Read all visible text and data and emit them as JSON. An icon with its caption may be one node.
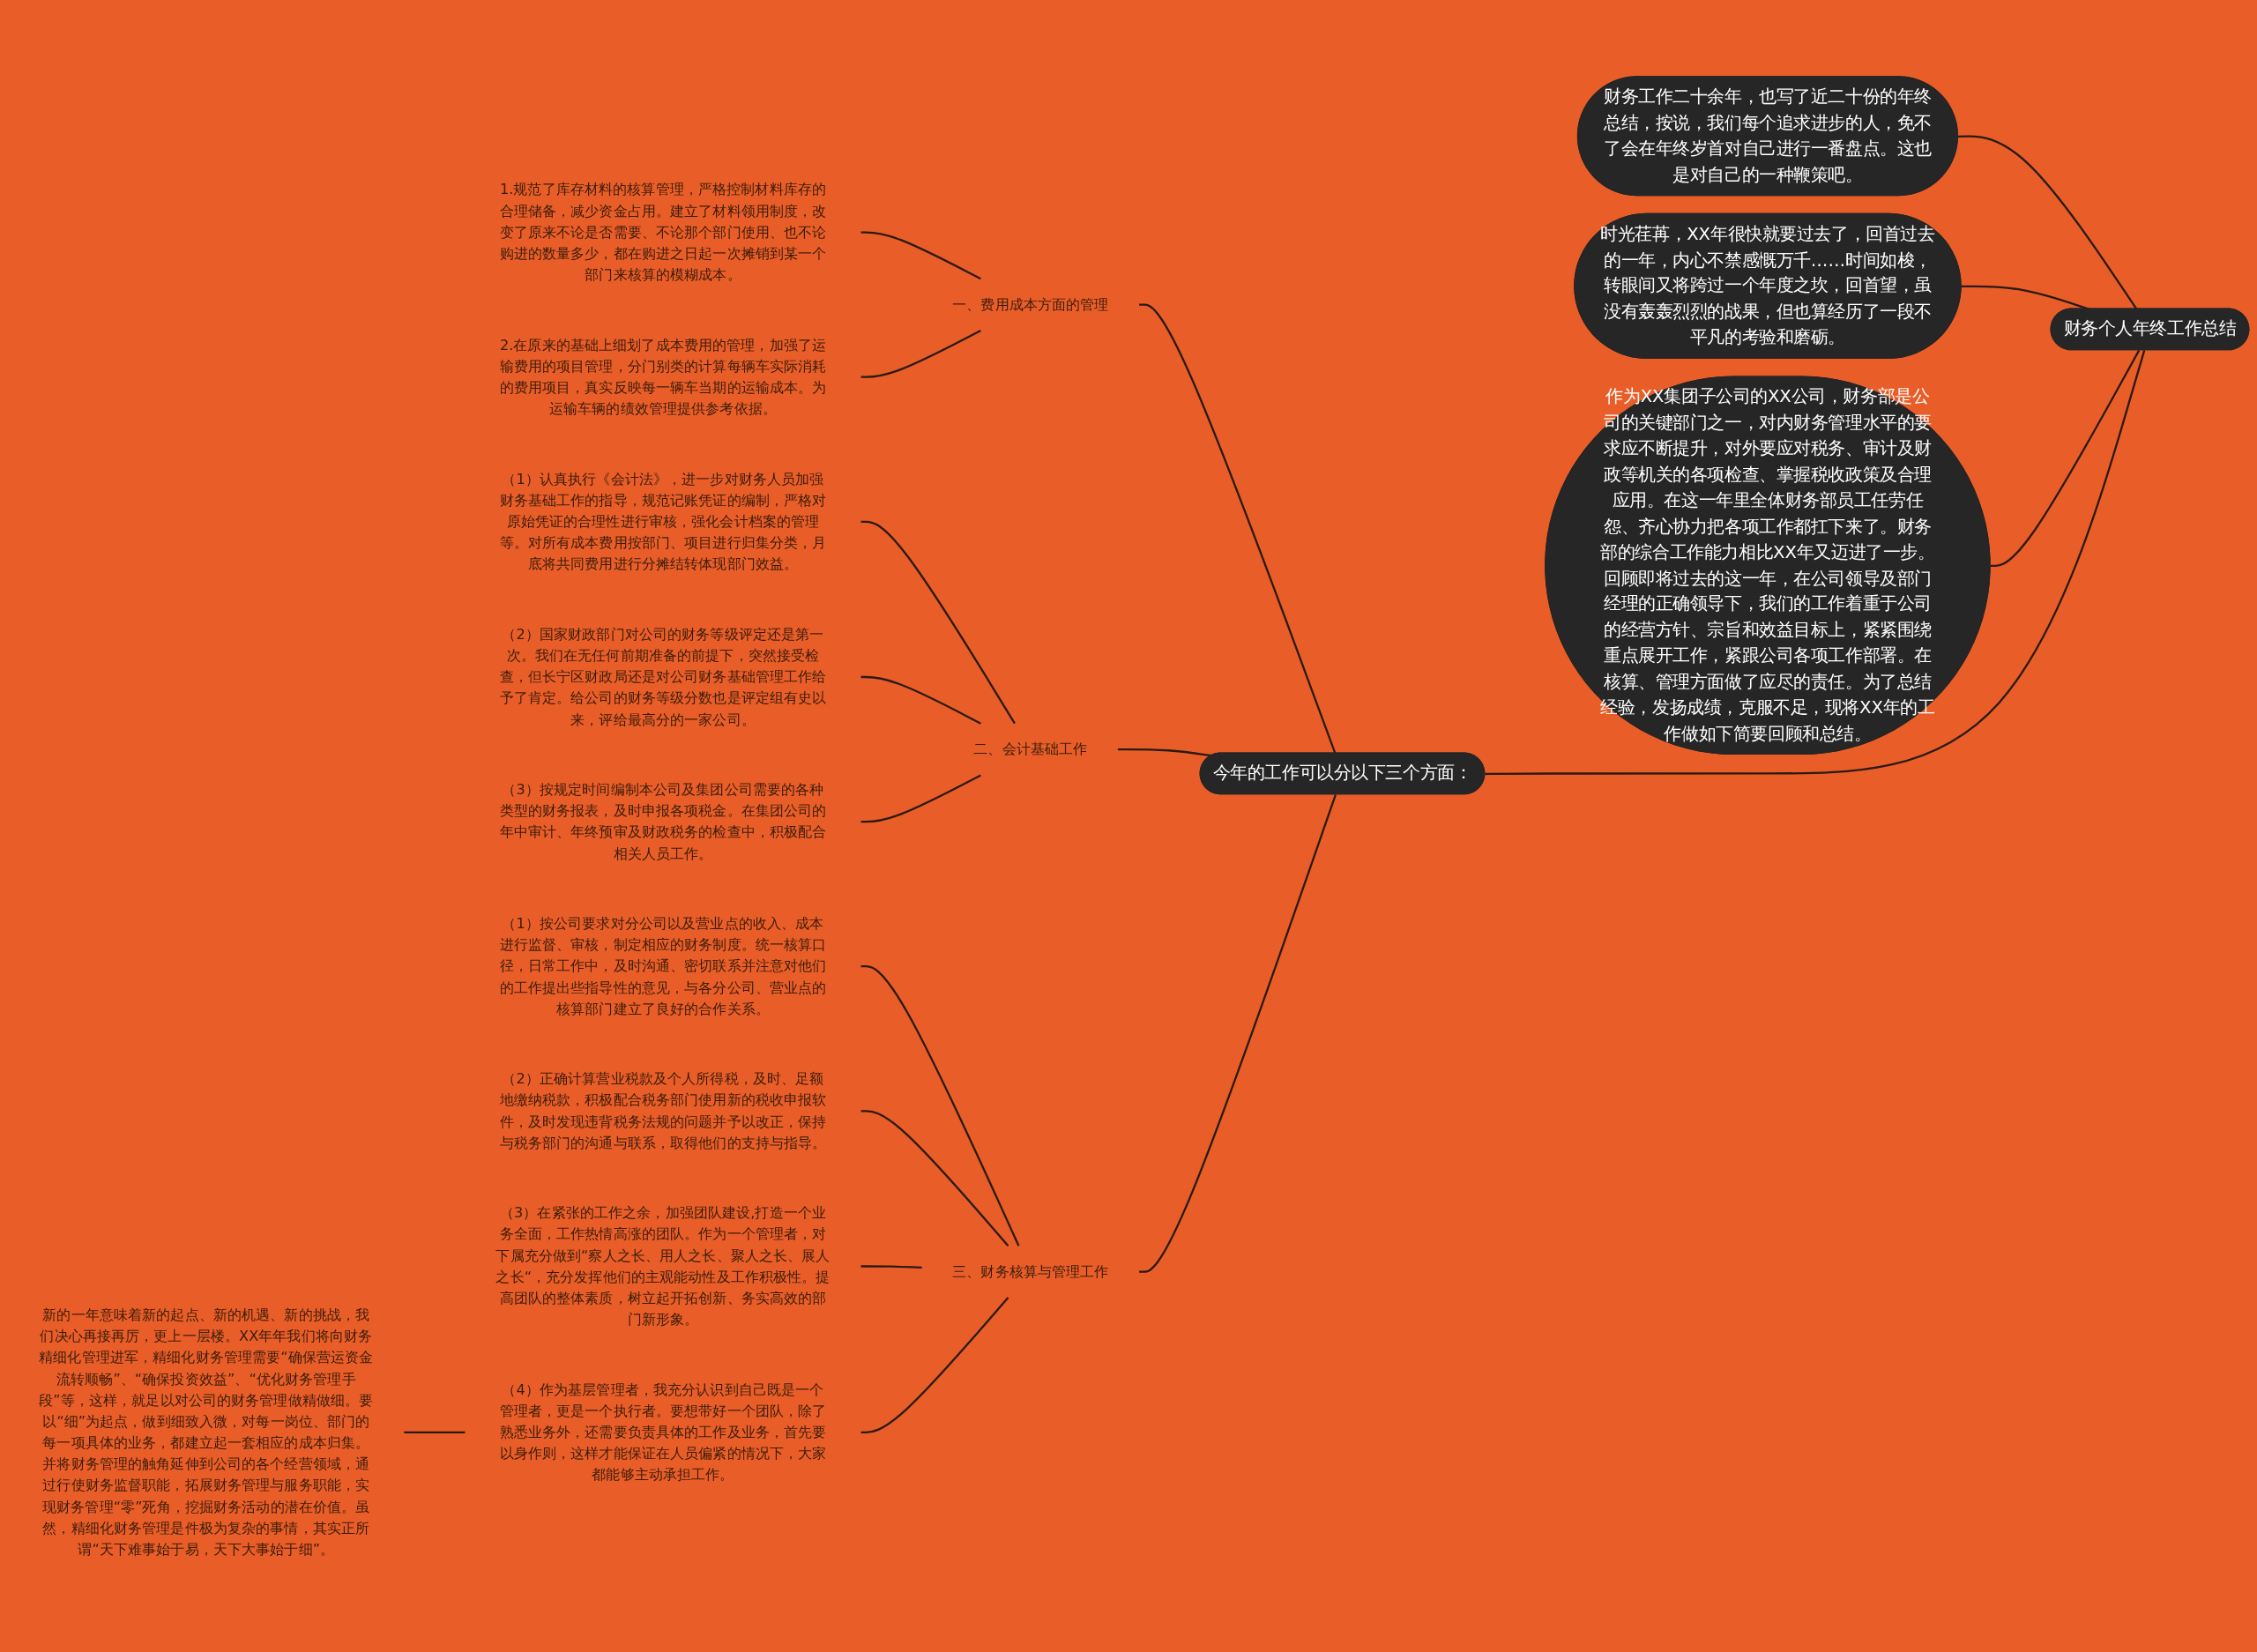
{
  "diagram": {
    "nodes": [
      {
        "text": [
          "财务个人年终工作总结"
        ]
      },
      {
        "text": [
          "财务工作二十余年，也写了近二十份的年终总结，按说，我们每个追求进步的人，免不了会在年终岁首对自己进行一番盘点。这也是对自己的一种鞭策吧。"
        ]
      },
      {
        "text": [
          "时光荏苒，XX年很快就要过去了，回首过去的一年，内心不禁感慨万千……时间如梭，转眼间又将跨过一个年度之坎，回首望，虽没有轰轰烈烈的战果，但也算经历了一段不平凡的考验和磨砺。"
        ]
      },
      {
        "text": [
          "作为XX集团子公司的XX公司，财务部是公司的关键部门之一，对内财务管理水平的要求应不断提升，对外要应对税务、审计及财政等机关的各项检查、掌握税收政策及合理应用。在这一年里全体财务部员工任劳任怨、齐心协力把各项工作都扛下来了。财务部的综合工作能力相比XX年又迈进了一步。回顾即将过去的这一年，在公司领导及部门经理的正确领导下，我们的工作着重于公司的经营方针、宗旨和效益目标上，紧紧围绕重点展开工作，紧跟公司各项工作部署。在核算、管理方面做了应尽的责任。为了总结经验，发扬成绩，克服不足，现将XX年的工作做如下简要回顾和总结。"
        ]
      },
      {
        "text": [
          "今年的工作可以分以下三个方面："
        ]
      },
      {
        "text": [
          "一、费用成本方面的管理"
        ]
      },
      {
        "text": [
          "1.规范了库存材料的核算管理，严格控制材料库存的合理储备，减少资金占用。建立了材料领用制度，改变了原来不论是否需要、不论那个部门使用、也不论购进的数量多少，都在购进之日起一次摊销到某一个部门来核算的模糊成本。"
        ]
      },
      {
        "text": [
          "2.在原来的基础上细划了成本费用的管理，加强了运输费用的项目管理，分门别类的计算每辆车实际消耗的费用项目，真实反映每一辆车当期的运输成本。为运输车辆的绩效管理提供参考依据。"
        ]
      },
      {
        "text": [
          "二、会计基础工作"
        ]
      },
      {
        "text": [
          "（1）认真执行《会计法》，进一步对财务人员加强财务基础工作的指导，规范记账凭证的编制，严格对原始凭证的合理性进行审核，强化会计档案的管理等。对所有成本费用按部门、项目进行归集分类，月底将共同费用进行分摊结转体现部门效益。"
        ]
      },
      {
        "text": [
          "（2）国家财政部门对公司的财务等级评定还是第一次。我们在无任何前期准备的前提下，突然接受检查，但长宁区财政局还是对公司财务基础管理工作给予了肯定。给公司的财务等级分数也是评定组有史以来，评给最高分的一家公司。"
        ]
      },
      {
        "text": [
          "（3）按规定时间编制本公司及集团公司需要的各种类型的财务报表，及时申报各项税金。在集团公司的年中审计、年终预审及财政税务的检查中，积极配合相关人员工作。"
        ]
      },
      {
        "text": [
          "三、财务核算与管理工作"
        ]
      },
      {
        "text": [
          "（1）按公司要求对分公司以及营业点的收入、成本进行监督、审核，制定相应的财务制度。统一核算口径，日常工作中，及时沟通、密切联系并注意对他们的工作提出些指导性的意见，与各分公司、营业点的核算部门建立了良好的合作关系。"
        ]
      },
      {
        "text": [
          "（2）正确计算营业税款及个人所得税，及时、足额地缴纳税款，积极配合税务部门使用新的税收申报软件，及时发现违背税务法规的问题并予以改正，保持与税务部门的沟通与联系，取得他们的支持与指导。"
        ]
      },
      {
        "text": [
          "（3）在紧张的工作之余，加强团队建设,打造一个业务全面，工作热情高涨的团队。作为一个管理者，对下属充分做到“察人之长、用人之长、聚人之长、展人之长“，充分发挥他们的主观能动性及工作积极性。提高团队的整体素质，树立起开拓创新、务实高效的部门新形象。"
        ]
      },
      {
        "text": [
          "（4）作为基层管理者，我充分认识到自己既是一个管理者，更是一个执行者。要想带好一个团队，除了熟悉业务外，还需要负责具体的工作及业务，首先要以身作则，这样才能保证在人员偏紧的情况下，大家都能够主动承担工作。"
        ]
      },
      {
        "text": [
          "新的一年意味着新的起点、新的机遇、新的挑战，我们决心再接再厉，更上一层楼。XX年年我们将向财务精细化管理进军，精细化财务管理需要“确保营运资金流转顺畅”、“确保投资效益”、“优化财务管理手段”等，这样，就足以对公司的财务管理做精做细。要以“细”为起点，做到细致入微，对每一岗位、部门的每一项具体的业务，都建立起一套相应的成本归集。并将财务管理的触角延伸到公司的各个经营领域，通过行使财务监督职能，拓展财务管理与服务职能，实现财务管理“零”死角，挖掘财务活动的潜在价值。虽然，精细化财务管理是件极为复杂的事情，其实正所谓“天下难事始于易，天下大事始于细”。"
        ]
      }
    ],
    "edges": [
      {
        "from": 0,
        "to": 1,
        "arrow": "none"
      },
      {
        "from": 0,
        "to": 2,
        "arrow": "none"
      },
      {
        "from": 0,
        "to": 3,
        "arrow": "none"
      },
      {
        "from": 0,
        "to": 4,
        "arrow": "none"
      },
      {
        "from": 4,
        "to": 5,
        "arrow": "none"
      },
      {
        "from": 5,
        "to": 6,
        "arrow": "none"
      },
      {
        "from": 5,
        "to": 7,
        "arrow": "none"
      },
      {
        "from": 4,
        "to": 8,
        "arrow": "none"
      },
      {
        "from": 8,
        "to": 9,
        "arrow": "none"
      },
      {
        "from": 8,
        "to": 10,
        "arrow": "none"
      },
      {
        "from": 8,
        "to": 11,
        "arrow": "none"
      },
      {
        "from": 4,
        "to": 12,
        "arrow": "none"
      },
      {
        "from": 12,
        "to": 13,
        "arrow": "none"
      },
      {
        "from": 12,
        "to": 14,
        "arrow": "none"
      },
      {
        "from": 12,
        "to": 15,
        "arrow": "none"
      },
      {
        "from": 12,
        "to": 16,
        "arrow": "none"
      },
      {
        "from": 16,
        "to": 17,
        "arrow": "none"
      }
    ]
  }
}
